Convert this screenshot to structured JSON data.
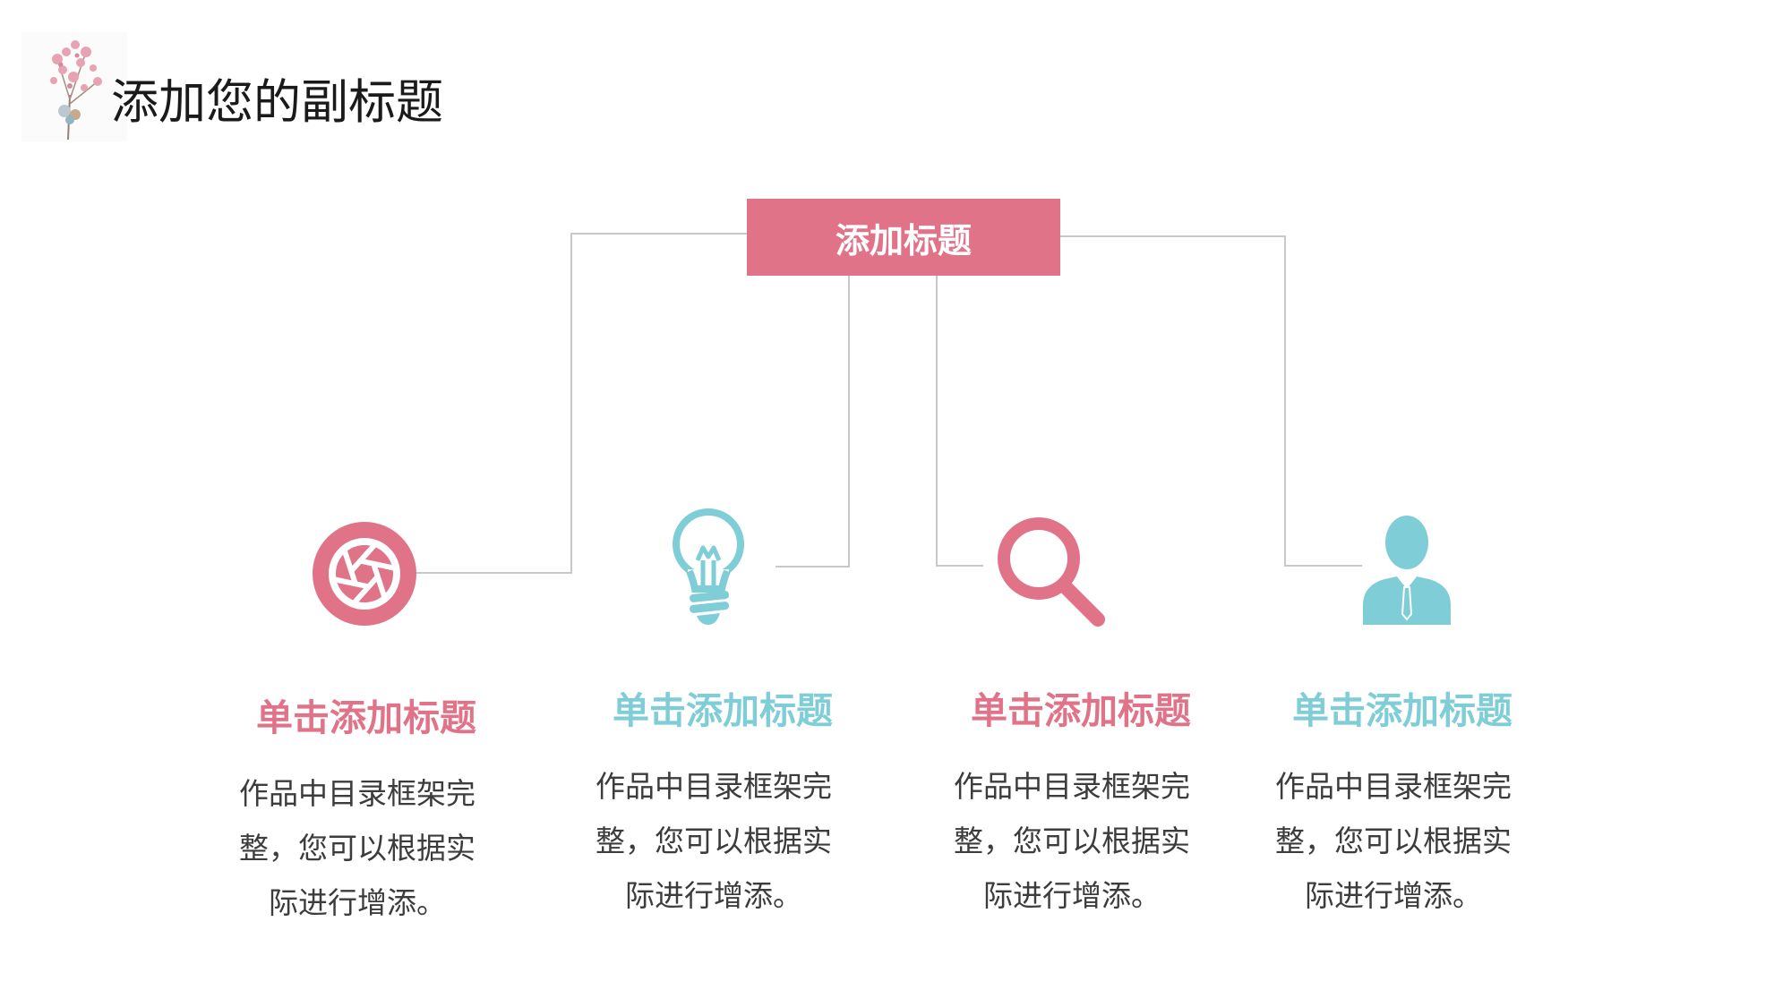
{
  "header": {
    "subtitle": "添加您的副标题"
  },
  "center": {
    "label": "添加标题"
  },
  "colors": {
    "pink": "#e17389",
    "teal": "#7fcdd6",
    "line": "#c8c8c8",
    "text": "#3c3c3c"
  },
  "items": [
    {
      "icon": "aperture-icon",
      "color": "#e17389",
      "title": "单击添加标题",
      "desc": "作品中目录框架完整，您可以根据实际进行增添。"
    },
    {
      "icon": "lightbulb-icon",
      "color": "#7fcdd6",
      "title": "单击添加标题",
      "desc": "作品中目录框架完整，您可以根据实际进行增添。"
    },
    {
      "icon": "magnifier-icon",
      "color": "#e17389",
      "title": "单击添加标题",
      "desc": "作品中目录框架完整，您可以根据实际进行增添。"
    },
    {
      "icon": "businessman-icon",
      "color": "#7fcdd6",
      "title": "单击添加标题",
      "desc": "作品中目录框架完整，您可以根据实际进行增添。"
    }
  ]
}
